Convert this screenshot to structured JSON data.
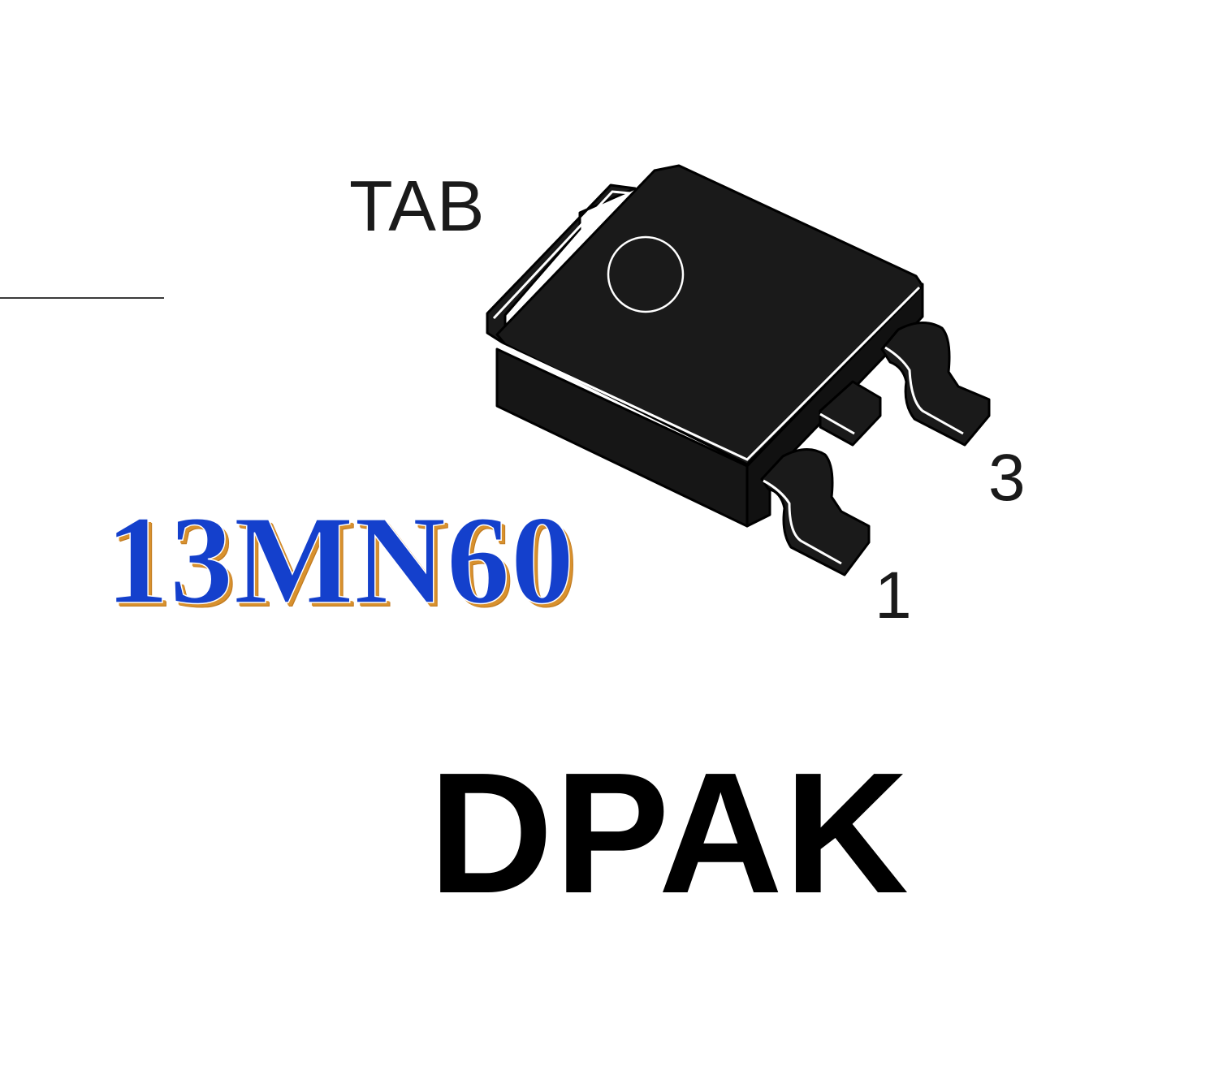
{
  "labels": {
    "tab": "TAB",
    "pin_3": "3",
    "pin_1": "1"
  },
  "part_number": "13MN60",
  "package_name": "DPAK",
  "colors": {
    "body": "#1a1a1a",
    "outline": "#000000",
    "part_number_fill": "#1440cc",
    "part_number_shadow": "#d8912e"
  }
}
